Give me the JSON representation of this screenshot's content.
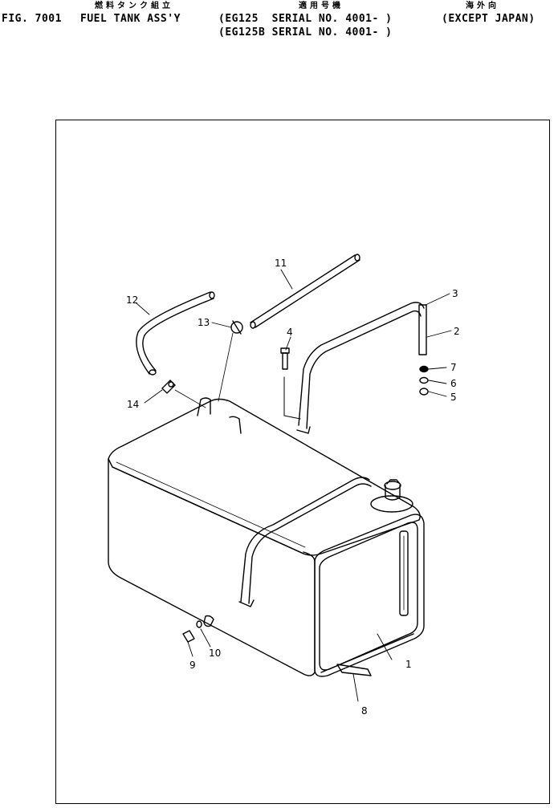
{
  "header": {
    "jp_name": "燃料タンク組立",
    "jp_applicable": "適用号機",
    "jp_overseas": "海外向",
    "fig_no": "FIG. 7001",
    "title": "FUEL TANK ASS'Y",
    "serial_1": "(EG125  SERIAL NO. 4001- )",
    "serial_2": "(EG125B SERIAL NO. 4001- )",
    "region": "(EXCEPT JAPAN)"
  },
  "callouts": [
    "1",
    "2",
    "3",
    "4",
    "5",
    "6",
    "7",
    "8",
    "9",
    "10",
    "11",
    "12",
    "13",
    "14"
  ]
}
